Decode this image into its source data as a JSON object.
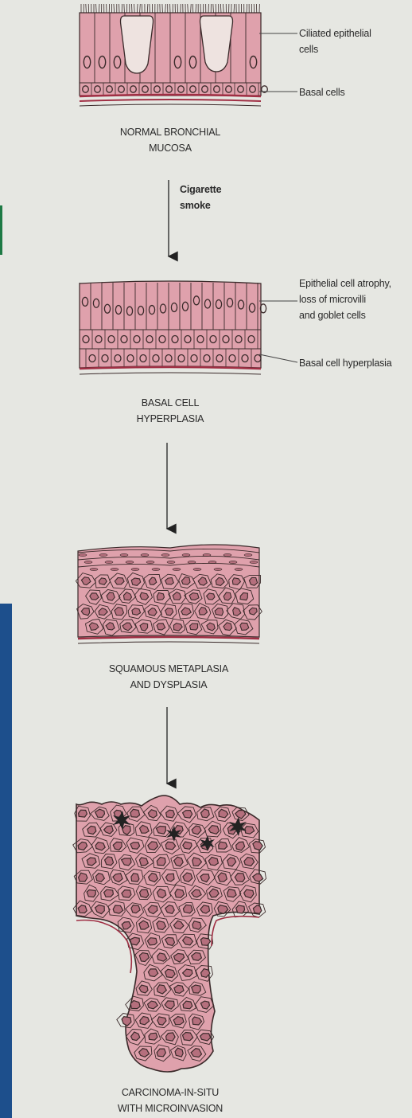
{
  "colors": {
    "background": "#e6e7e2",
    "tissue": "#dfa1ac",
    "tissue_dark": "#b56f7d",
    "outline": "#3a2a2a",
    "basement": "#a02f44",
    "edge_blue": "#1d4f8c",
    "edge_green": "#1e7a45"
  },
  "stages": [
    {
      "lines": [
        "NORMAL BRONCHIAL",
        "MUCOSA"
      ]
    },
    {
      "lines": [
        "BASAL CELL",
        "HYPERPLASIA"
      ]
    },
    {
      "lines": [
        "SQUAMOUS METAPLASIA",
        "AND DYSPLASIA"
      ]
    },
    {
      "lines": [
        "CARCINOMA-IN-SITU",
        "WITH MICROINVASION"
      ]
    }
  ],
  "cause": {
    "lines": [
      "Cigarette",
      "smoke"
    ]
  },
  "callouts": [
    {
      "lines": [
        "Ciliated epithelial",
        "cells"
      ]
    },
    {
      "lines": [
        "Basal cells"
      ]
    },
    {
      "lines": [
        "Epithelial cell atrophy,",
        "loss of microvilli",
        "and goblet cells"
      ]
    },
    {
      "lines": [
        "Basal cell hyperplasia"
      ]
    }
  ]
}
